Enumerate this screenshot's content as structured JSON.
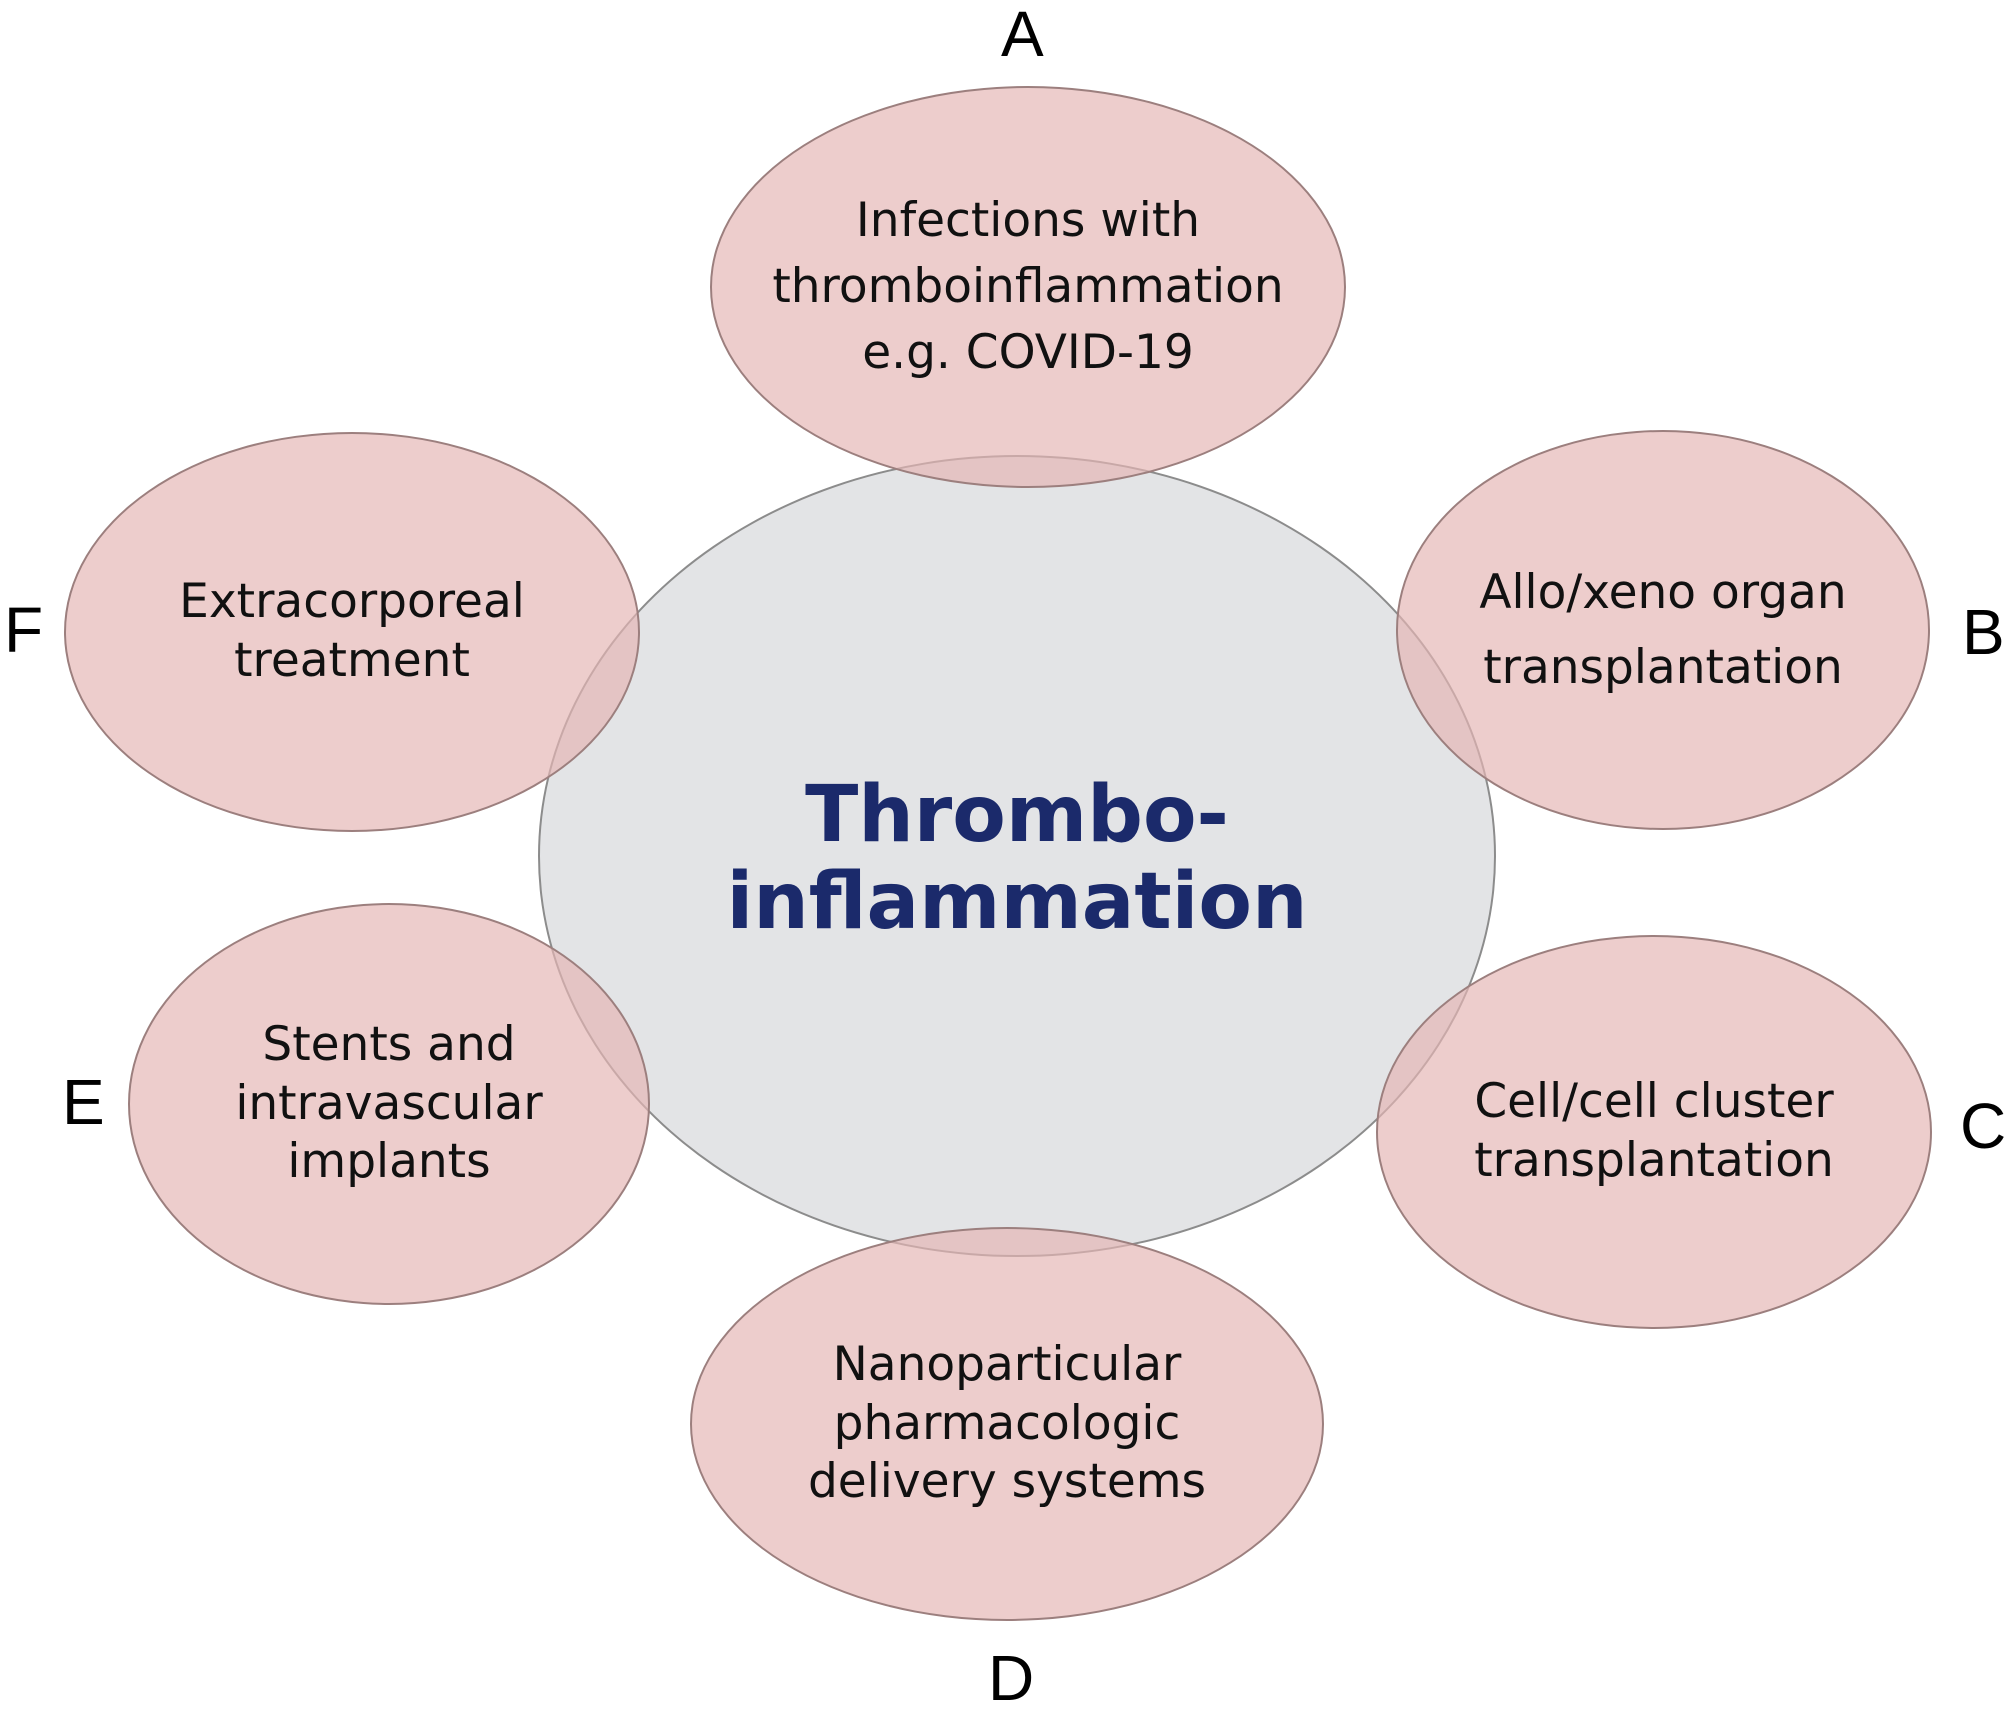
{
  "center": {
    "line1": "Thrombo-",
    "line2": "inflammation"
  },
  "nodes": [
    {
      "id": "A",
      "lines": [
        "Infections with",
        "thromboinflammation",
        "e.g. COVID-19"
      ]
    },
    {
      "id": "B",
      "lines": [
        "Allo/xeno organ",
        "transplantation"
      ]
    },
    {
      "id": "C",
      "lines": [
        "Cell/cell cluster",
        "transplantation"
      ]
    },
    {
      "id": "D",
      "lines": [
        "Nanoparticular",
        "pharmacologic",
        "delivery systems"
      ]
    },
    {
      "id": "E",
      "lines": [
        "Stents and",
        "intravascular",
        "implants"
      ]
    },
    {
      "id": "F",
      "lines": [
        "Extracorporeal",
        "treatment"
      ]
    }
  ],
  "colors": {
    "center_fill": "#d8dadc",
    "node_fill": "#e5b6b4",
    "title_color": "#1b2a6b"
  }
}
